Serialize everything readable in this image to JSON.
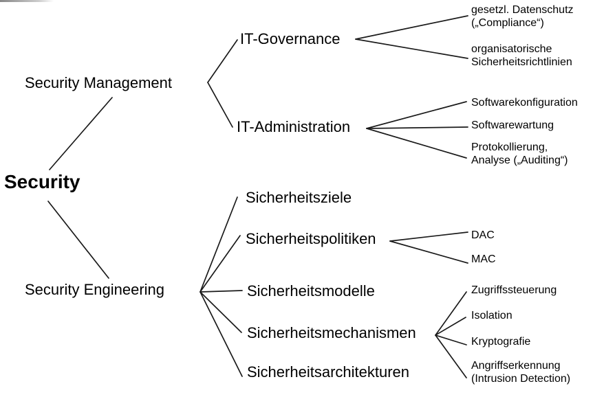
{
  "page": {
    "background_color": "#ffffff",
    "line_color": "#1a1a1a",
    "text_color": "#000000"
  },
  "tree": {
    "root": {
      "label": "Security"
    },
    "children": [
      {
        "label": "Security Management",
        "children": [
          {
            "label": "IT-Governance",
            "children": [
              {
                "label": "gesetzl. Datenschutz\n(„Compliance“)"
              },
              {
                "label": "organisatorische\nSicherheitsrichtlinien"
              }
            ]
          },
          {
            "label": "IT-Administration",
            "children": [
              {
                "label": "Softwarekonfiguration"
              },
              {
                "label": "Softwarewartung"
              },
              {
                "label": "Protokollierung,\nAnalyse („Auditing“)"
              }
            ]
          }
        ]
      },
      {
        "label": "Security Engineering",
        "children": [
          {
            "label": "Sicherheitsziele",
            "children": []
          },
          {
            "label": "Sicherheitspolitiken",
            "children": [
              {
                "label": "DAC"
              },
              {
                "label": "MAC"
              }
            ]
          },
          {
            "label": "Sicherheitsmodelle",
            "children": []
          },
          {
            "label": "Sicherheitsmechanismen",
            "children": [
              {
                "label": "Zugriffssteuerung"
              },
              {
                "label": "Isolation"
              },
              {
                "label": "Kryptografie"
              },
              {
                "label": "Angriffserkennung\n(Intrusion Detection)"
              }
            ]
          },
          {
            "label": "Sicherheitsarchitekturen",
            "children": []
          }
        ]
      }
    ]
  }
}
